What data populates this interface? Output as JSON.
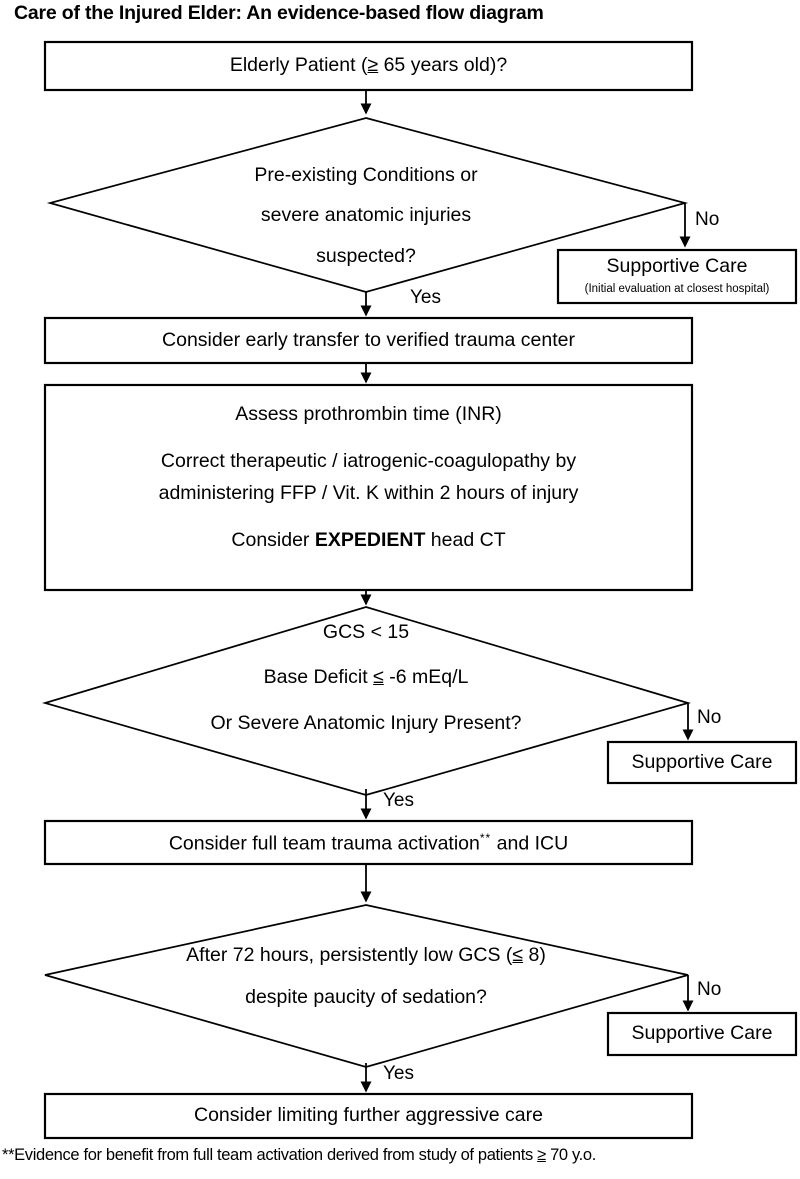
{
  "figure": {
    "title": "Care of the Injured Elder: An evidence-based flow diagram",
    "footnote": "**Evidence for benefit from full team activation derived from study of patients > 70 y.o.",
    "footnote_marker": "**",
    "footnote_text_a": "Evidence for benefit from full team activation derived from study of patients ",
    "footnote_ge": "≥",
    "footnote_text_b": " 70 y.o.",
    "background_color": "#ffffff",
    "line_color": "#000000"
  },
  "chart_data": {
    "type": "diagram",
    "title": "Care of the Injured Elder: An evidence-based flow diagram",
    "nodes": [
      {
        "id": "n1",
        "shape": "process",
        "text": "Elderly Patient (≥ 65 years old)?"
      },
      {
        "id": "d1",
        "shape": "decision",
        "text": "Pre-existing Conditions or severe anatomic injuries suspected?"
      },
      {
        "id": "s1",
        "shape": "process",
        "text": "Supportive Care",
        "subtext": "(Initial evaluation at closest hospital)"
      },
      {
        "id": "n2",
        "shape": "process",
        "text": "Consider early transfer to verified trauma center"
      },
      {
        "id": "n3",
        "shape": "process",
        "text": "Assess prothrombin time (INR) / Correct therapeutic / iatrogenic-coagulopathy by administering FFP / Vit. K within 2 hours of injury / Consider EXPEDIENT head CT"
      },
      {
        "id": "d2",
        "shape": "decision",
        "text": "GCS < 15 / Base Deficit ≤ -6 mEq/L / Or Severe Anatomic Injury Present?"
      },
      {
        "id": "s2",
        "shape": "process",
        "text": "Supportive Care"
      },
      {
        "id": "n4",
        "shape": "process",
        "text": "Consider full team trauma activation** and ICU"
      },
      {
        "id": "d3",
        "shape": "decision",
        "text": "After 72 hours, persistently low GCS (≤ 8) despite paucity of sedation?"
      },
      {
        "id": "s3",
        "shape": "process",
        "text": "Supportive Care"
      },
      {
        "id": "n5",
        "shape": "process",
        "text": "Consider limiting further aggressive care"
      }
    ],
    "edges": [
      {
        "from": "n1",
        "to": "d1",
        "label": ""
      },
      {
        "from": "d1",
        "to": "s1",
        "label": "No"
      },
      {
        "from": "d1",
        "to": "n2",
        "label": "Yes"
      },
      {
        "from": "n2",
        "to": "n3",
        "label": ""
      },
      {
        "from": "n3",
        "to": "d2",
        "label": ""
      },
      {
        "from": "d2",
        "to": "s2",
        "label": "No"
      },
      {
        "from": "d2",
        "to": "n4",
        "label": "Yes"
      },
      {
        "from": "n4",
        "to": "d3",
        "label": ""
      },
      {
        "from": "d3",
        "to": "s3",
        "label": "No"
      },
      {
        "from": "d3",
        "to": "n5",
        "label": "Yes"
      }
    ]
  },
  "nodes": {
    "elderly_patient": {
      "line1_a": "Elderly Patient (",
      "ge": "≥",
      "line1_b": " 65 years old)?"
    },
    "decision_preexisting": {
      "line1": "Pre-existing Conditions or",
      "line2": "severe anatomic injuries",
      "line3": "suspected?"
    },
    "supportive_care_1": {
      "title": "Supportive Care",
      "subtitle": "(Initial evaluation at closest hospital)"
    },
    "early_transfer": {
      "text": "Consider early transfer to verified trauma center"
    },
    "assess_block": {
      "line1": "Assess prothrombin time (INR)",
      "line2": "Correct therapeutic / iatrogenic-coagulopathy by",
      "line3": "administering FFP / Vit. K within 2 hours of injury",
      "line4_a": "Consider ",
      "line4_bold": "EXPEDIENT",
      "line4_b": " head CT"
    },
    "decision_gcs": {
      "line1": "GCS < 15",
      "line2_a": "Base Deficit ",
      "le": "≤",
      "line2_b": " -6 mEq/L",
      "line3": "Or Severe Anatomic Injury Present?"
    },
    "supportive_care_2": {
      "title": "Supportive Care"
    },
    "full_team_activation": {
      "text_a": "Consider full team trauma activation",
      "superscript": "**",
      "text_b": " and ICU"
    },
    "decision_72h": {
      "line1_a": "After 72 hours, persistently low GCS (",
      "le": "≤",
      "line1_b": " 8)",
      "line2": "despite paucity of sedation?"
    },
    "supportive_care_3": {
      "title": "Supportive Care"
    },
    "limiting_care": {
      "text": "Consider limiting further aggressive care"
    }
  },
  "edge_labels": {
    "no_1": "No",
    "yes_1": "Yes",
    "no_2": "No",
    "yes_2": "Yes",
    "no_3": "No",
    "yes_3": "Yes"
  }
}
